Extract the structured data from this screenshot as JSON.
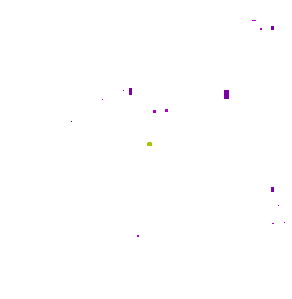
{
  "background_color": "#ffffff",
  "colors": {
    "magenta": "#b000c8",
    "purple": "#7a00a8",
    "dark_purple": "#4b0060",
    "yellow_green": "#a8c400"
  },
  "specks": [
    {
      "name": "speck-top-right-1",
      "color": "magenta"
    },
    {
      "name": "speck-top-right-2",
      "color": "magenta"
    },
    {
      "name": "speck-top-right-3",
      "color": "purple"
    },
    {
      "name": "speck-upper-left-1",
      "color": "magenta"
    },
    {
      "name": "speck-upper-left-2",
      "color": "magenta"
    },
    {
      "name": "speck-upper-left-3",
      "color": "purple"
    },
    {
      "name": "speck-upper-mid-1",
      "color": "magenta"
    },
    {
      "name": "speck-upper-mid-2",
      "color": "magenta"
    },
    {
      "name": "speck-upper-right-cluster",
      "color": "purple"
    },
    {
      "name": "speck-left-dot",
      "color": "dark_purple"
    },
    {
      "name": "speck-center-green",
      "color": "yellow_green"
    },
    {
      "name": "speck-right-1",
      "color": "purple"
    },
    {
      "name": "speck-right-2",
      "color": "magenta"
    },
    {
      "name": "speck-right-3",
      "color": "magenta"
    },
    {
      "name": "speck-right-4",
      "color": "magenta"
    },
    {
      "name": "speck-bottom-mid",
      "color": "magenta"
    }
  ]
}
